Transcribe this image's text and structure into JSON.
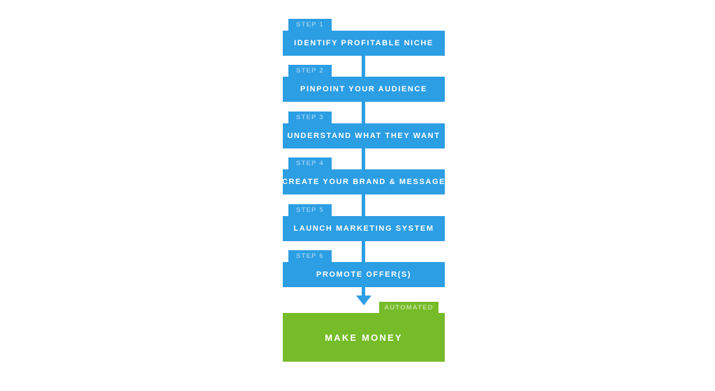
{
  "colors": {
    "blue": "#2C9EE4",
    "green": "#76BC29",
    "tab_text_blue": "#90CCF3",
    "tab_text_green": "#C2E19C",
    "bar_text": "#FFFFFF",
    "background": "#FFFFFF"
  },
  "flow": {
    "steps": [
      {
        "tab": "STEP 1",
        "label": "IDENTIFY PROFITABLE NICHE"
      },
      {
        "tab": "STEP 2",
        "label": "PINPOINT YOUR AUDIENCE"
      },
      {
        "tab": "STEP 3",
        "label": "UNDERSTAND WHAT THEY WANT"
      },
      {
        "tab": "STEP 4",
        "label": "CREATE YOUR BRAND & MESSAGE"
      },
      {
        "tab": "STEP 5",
        "label": "LAUNCH MARKETING SYSTEM"
      },
      {
        "tab": "STEP 6",
        "label": "PROMOTE OFFER(S)"
      }
    ],
    "result": {
      "tab": "AUTOMATED",
      "label": "MAKE MONEY"
    }
  }
}
